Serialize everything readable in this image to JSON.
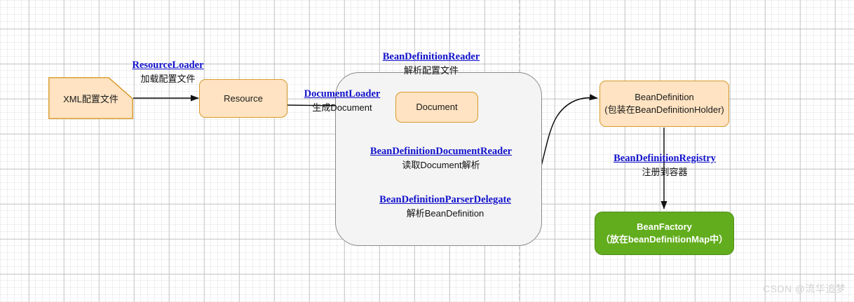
{
  "diagram": {
    "title": "Spring XML BeanDefinition loading flow",
    "colors": {
      "peach_fill": "#ffe3c2",
      "peach_border": "#d79b2b",
      "green_fill": "#62ad1d",
      "green_border": "#4e8e15",
      "container_fill": "#f4f4f4",
      "container_border": "#8a8a8a",
      "class_label": "#1111cc",
      "text": "#111111",
      "watermark": "#d2d2d2"
    },
    "nodes": {
      "xml_config": {
        "label": "XML配置文件"
      },
      "resource": {
        "label": "Resource"
      },
      "document": {
        "label": "Document"
      },
      "bean_definition": {
        "line1": "BeanDefinition",
        "line2": "(包装在BeanDefinitionHolder)"
      },
      "bean_factory": {
        "line1": "BeanFactory",
        "line2": "（放在beanDefinitionMap中）"
      }
    },
    "labels": {
      "resource_loader": {
        "cls": "ResourceLoader",
        "desc": "加载配置文件"
      },
      "document_loader": {
        "cls": "DocumentLoader",
        "desc": "生成Document"
      },
      "bean_definition_reader": {
        "cls": "BeanDefinitionReader",
        "desc": "解析配置文件"
      },
      "bean_definition_document_reader": {
        "cls": "BeanDefinitionDocumentReader",
        "desc": "读取Document解析"
      },
      "bean_definition_parser_delegate": {
        "cls": "BeanDefinitionParserDelegate",
        "desc": "解析BeanDefinition"
      },
      "bean_definition_registry": {
        "cls": "BeanDefinitionRegistry",
        "desc": "注册到容器"
      }
    },
    "watermark": "CSDN @流华追梦"
  }
}
